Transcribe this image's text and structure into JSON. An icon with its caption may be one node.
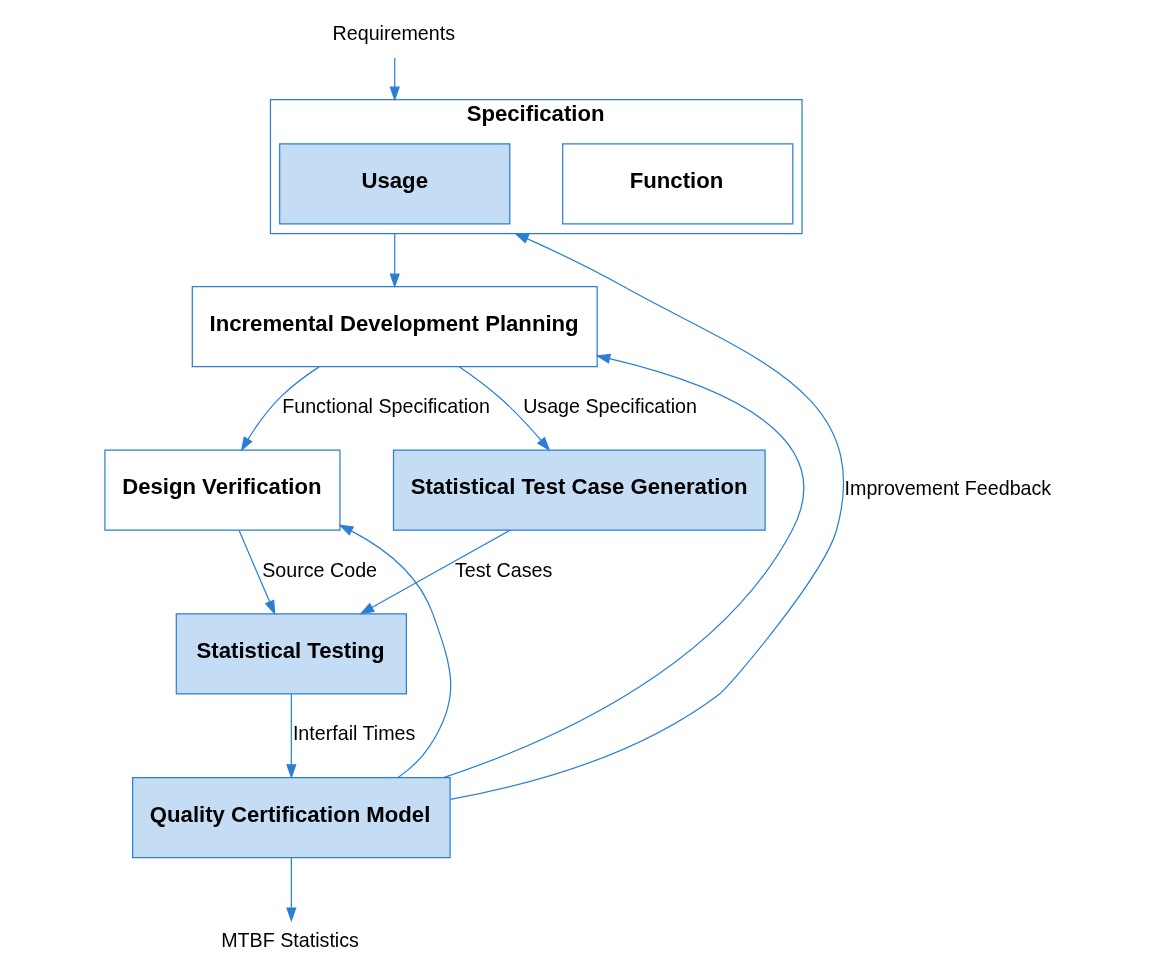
{
  "diagram": {
    "nodes": [
      {
        "text": [
          "Requirements"
        ]
      },
      {
        "text": [
          "Specification"
        ]
      },
      {
        "text": [
          "Function"
        ],
        "in": 1
      },
      {
        "text": [
          "Usage"
        ],
        "in": 1
      },
      {
        "text": [
          "Incremental Development Planning"
        ]
      },
      {
        "text": [
          "Design Verification"
        ]
      },
      {
        "text": [
          "Statistical Test Case Generation"
        ]
      },
      {
        "text": [
          "Statistical Testing"
        ]
      },
      {
        "text": [
          "Quality Certification Model"
        ]
      },
      {
        "text": [
          "MTBF Statistics"
        ]
      }
    ],
    "edges": [
      {
        "from": 0,
        "to": 1,
        "arrow": "to"
      },
      {
        "from": 1,
        "to": 4,
        "arrow": "to"
      },
      {
        "from": 4,
        "to": 5,
        "arrow": "to",
        "label": "Functional Specification"
      },
      {
        "from": 4,
        "to": 6,
        "arrow": "to",
        "label": "Usage Specification"
      },
      {
        "from": 5,
        "to": 7,
        "arrow": "to",
        "label": "Source Code"
      },
      {
        "from": 6,
        "to": 7,
        "arrow": "to",
        "label": "Test Cases"
      },
      {
        "from": 7,
        "to": 8,
        "arrow": "to",
        "label": "Interfail Times"
      },
      {
        "from": 8,
        "to": 9,
        "arrow": "to"
      },
      {
        "from": 8,
        "to": 1,
        "arrow": "to",
        "label": "Improvement Feedback"
      },
      {
        "from": 8,
        "to": 4,
        "arrow": "to"
      },
      {
        "from": 8,
        "to": 5,
        "arrow": "to"
      }
    ]
  }
}
